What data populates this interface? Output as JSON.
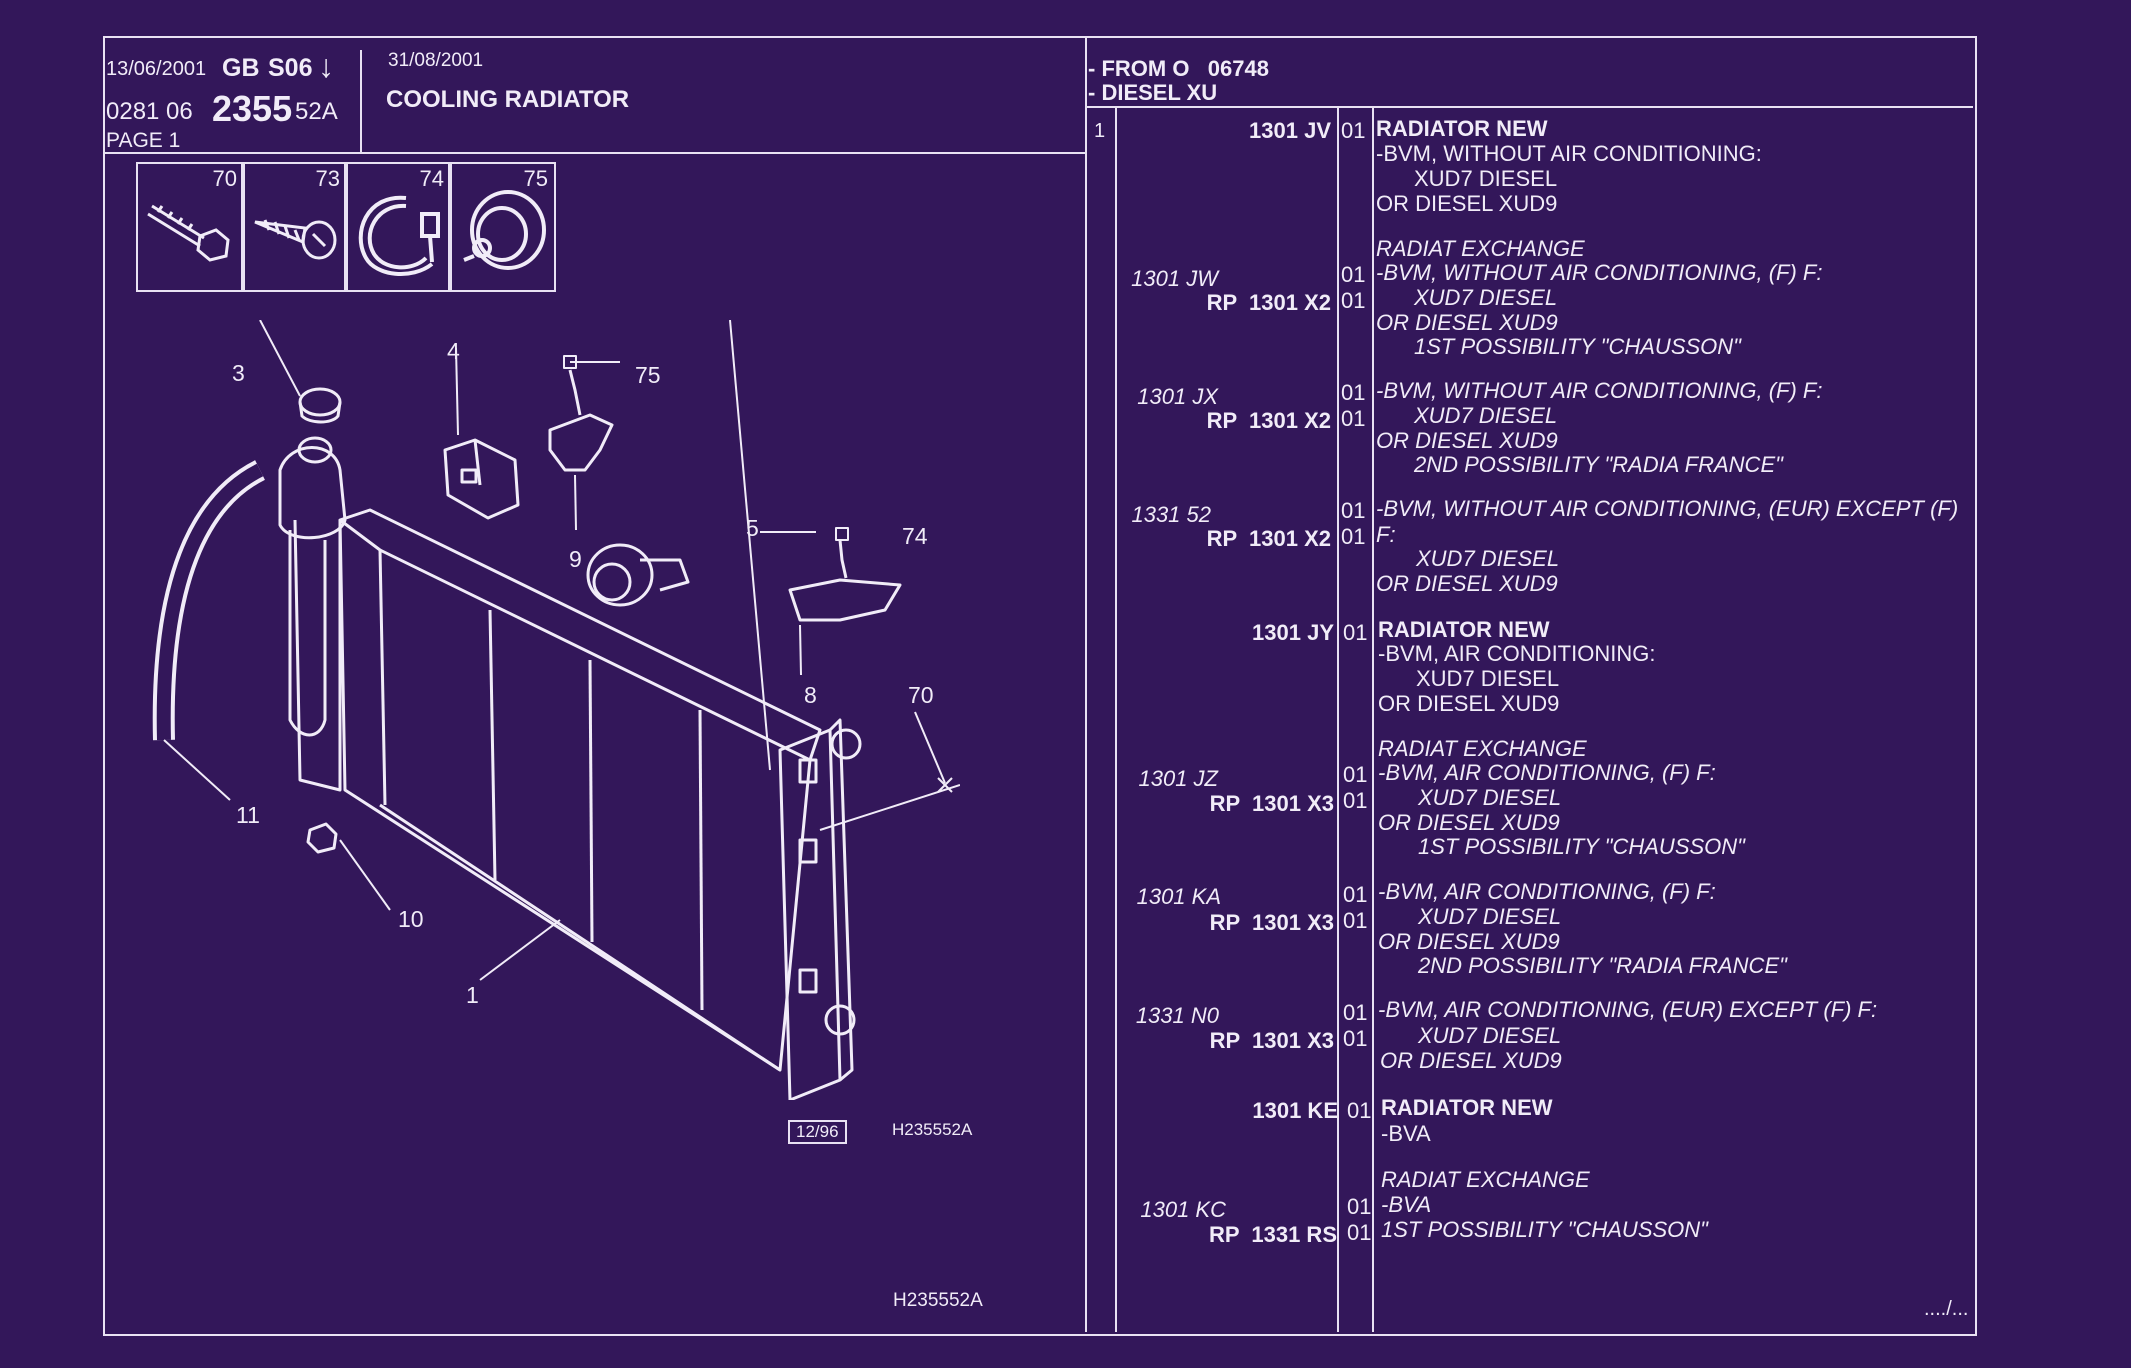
{
  "header": {
    "date_left": "13/06/2001",
    "region": "GB",
    "series": "S06",
    "arrow": "↓",
    "code_prefix": "0281 06",
    "code_main": "2355",
    "code_suffix": "52A",
    "page": "PAGE 1",
    "date_right": "31/08/2001",
    "title": "COOLING RADIATOR",
    "scope_1": "- FROM O   06748",
    "scope_2": "- DIESEL XU"
  },
  "thumbnails": [
    {
      "num": "70",
      "icon": "bolt-icon"
    },
    {
      "num": "73",
      "icon": "screw-icon"
    },
    {
      "num": "74",
      "icon": "clip-icon"
    },
    {
      "num": "75",
      "icon": "grommet-icon"
    }
  ],
  "callouts": [
    "3",
    "4",
    "75",
    "5",
    "74",
    "9",
    "8",
    "70",
    "11",
    "10",
    "1"
  ],
  "drawing": {
    "stamp": "12/96",
    "ref_mid": "H235552A",
    "ref_bottom": "H235552A"
  },
  "parts": {
    "item": "1",
    "entries": [
      {
        "ref": "1301 JV",
        "qty": "01",
        "desc": "RADIATOR NEW"
      },
      {
        "desc": "-BVM, WITHOUT AIR CONDITIONING:"
      },
      {
        "desc": "XUD7 DIESEL"
      },
      {
        "desc": "OR DIESEL XUD9"
      },
      {
        "desc": "RADIAT EXCHANGE"
      },
      {
        "ref": "1301 JW",
        "qty": "01",
        "desc": "-BVM, WITHOUT AIR CONDITIONING, (F) F:"
      },
      {
        "ref": "RP  1301 X2",
        "qty": "01",
        "desc": "XUD7 DIESEL"
      },
      {
        "desc": "OR DIESEL XUD9"
      },
      {
        "desc": "1ST POSSIBILITY \"CHAUSSON\""
      },
      {
        "ref": "1301 JX",
        "qty": "01",
        "desc": "-BVM, WITHOUT AIR CONDITIONING, (F) F:"
      },
      {
        "ref": "RP  1301 X2",
        "qty": "01",
        "desc": "XUD7 DIESEL"
      },
      {
        "desc": "OR DIESEL XUD9"
      },
      {
        "desc": "2ND POSSIBILITY \"RADIA FRANCE\""
      },
      {
        "ref": "1331 52",
        "qty": "01",
        "desc": "-BVM, WITHOUT AIR CONDITIONING, (EUR) EXCEPT (F)"
      },
      {
        "ref": "RP  1301 X2",
        "qty": "01",
        "desc": "F:"
      },
      {
        "desc": "XUD7 DIESEL"
      },
      {
        "desc": "OR DIESEL XUD9"
      },
      {
        "ref": "1301 JY",
        "qty": "01",
        "desc": "RADIATOR NEW"
      },
      {
        "desc": "-BVM, AIR CONDITIONING:"
      },
      {
        "desc": "XUD7 DIESEL"
      },
      {
        "desc": "OR DIESEL XUD9"
      },
      {
        "desc": "RADIAT EXCHANGE"
      },
      {
        "ref": "1301 JZ",
        "qty": "01",
        "desc": "-BVM, AIR CONDITIONING, (F) F:"
      },
      {
        "ref": "RP  1301 X3",
        "qty": "01",
        "desc": "XUD7 DIESEL"
      },
      {
        "desc": "OR DIESEL XUD9"
      },
      {
        "desc": "1ST POSSIBILITY \"CHAUSSON\""
      },
      {
        "ref": "1301 KA",
        "qty": "01",
        "desc": "-BVM, AIR CONDITIONING, (F) F:"
      },
      {
        "ref": "RP  1301 X3",
        "qty": "01",
        "desc": "XUD7 DIESEL"
      },
      {
        "desc": "OR DIESEL XUD9"
      },
      {
        "desc": "2ND POSSIBILITY \"RADIA FRANCE\""
      },
      {
        "ref": "1331 N0",
        "qty": "01",
        "desc": "-BVM, AIR CONDITIONING, (EUR) EXCEPT  (F) F:"
      },
      {
        "ref": "RP  1301 X3",
        "qty": "01",
        "desc": "XUD7 DIESEL"
      },
      {
        "desc": "OR DIESEL XUD9"
      },
      {
        "ref": "1301 KE",
        "qty": "01",
        "desc": "RADIATOR NEW"
      },
      {
        "desc": "-BVA"
      },
      {
        "desc": "RADIAT EXCHANGE"
      },
      {
        "ref": "1301 KC",
        "qty": "01",
        "desc": "-BVA"
      },
      {
        "ref": "RP  1331 RS",
        "qty": "01",
        "desc": "1ST POSSIBILITY \"CHAUSSON\""
      }
    ],
    "continued": "..../..."
  }
}
